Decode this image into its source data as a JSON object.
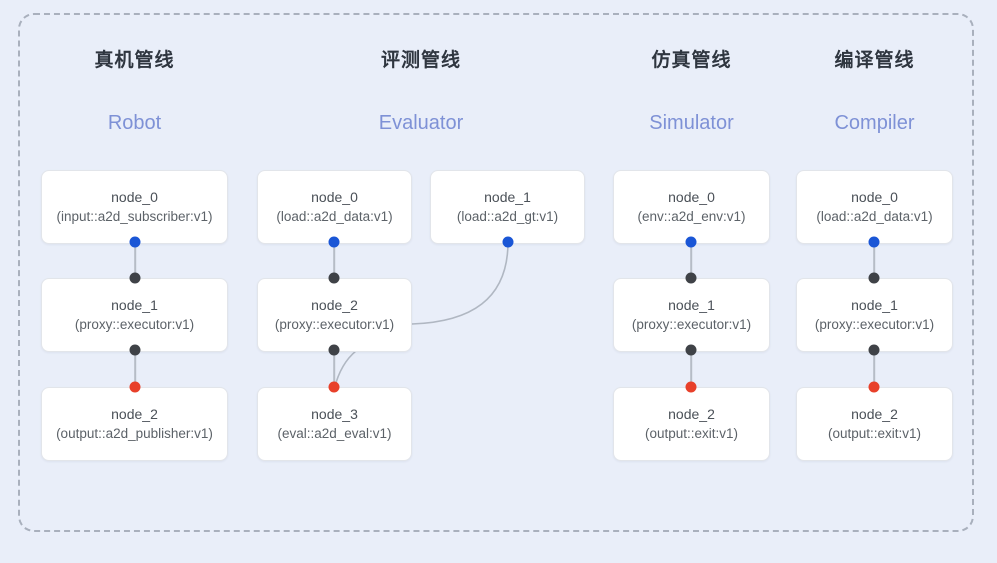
{
  "diagram": {
    "background_color": "#e9eef9",
    "frame_border_color": "#a9b0bd",
    "accent_colors": {
      "subtitle": "#7e91d6",
      "dot_blue": "#1a56d6",
      "dot_black": "#3f4247",
      "dot_red": "#e8402a",
      "edge": "#b6bcc6"
    }
  },
  "columns": [
    {
      "id": "robot",
      "title": "真机管线",
      "subtitle": "Robot",
      "nodes": [
        {
          "name": "node_0",
          "type": "(input::a2d_subscriber:v1)"
        },
        {
          "name": "node_1",
          "type": "(proxy::executor:v1)"
        },
        {
          "name": "node_2",
          "type": "(output::a2d_publisher:v1)"
        }
      ]
    },
    {
      "id": "evaluator",
      "title": "评测管线",
      "subtitle": "Evaluator",
      "nodes": [
        {
          "name": "node_0",
          "type": "(load::a2d_data:v1)"
        },
        {
          "name": "node_1",
          "type": "(load::a2d_gt:v1)"
        },
        {
          "name": "node_2",
          "type": "(proxy::executor:v1)"
        },
        {
          "name": "node_3",
          "type": "(eval::a2d_eval:v1)"
        }
      ]
    },
    {
      "id": "simulator",
      "title": "仿真管线",
      "subtitle": "Simulator",
      "nodes": [
        {
          "name": "node_0",
          "type": "(env::a2d_env:v1)"
        },
        {
          "name": "node_1",
          "type": "(proxy::executor:v1)"
        },
        {
          "name": "node_2",
          "type": "(output::exit:v1)"
        }
      ]
    },
    {
      "id": "compiler",
      "title": "编译管线",
      "subtitle": "Compiler",
      "nodes": [
        {
          "name": "node_0",
          "type": "(load::a2d_data:v1)"
        },
        {
          "name": "node_1",
          "type": "(proxy::executor:v1)"
        },
        {
          "name": "node_2",
          "type": "(output::exit:v1)"
        }
      ]
    }
  ]
}
